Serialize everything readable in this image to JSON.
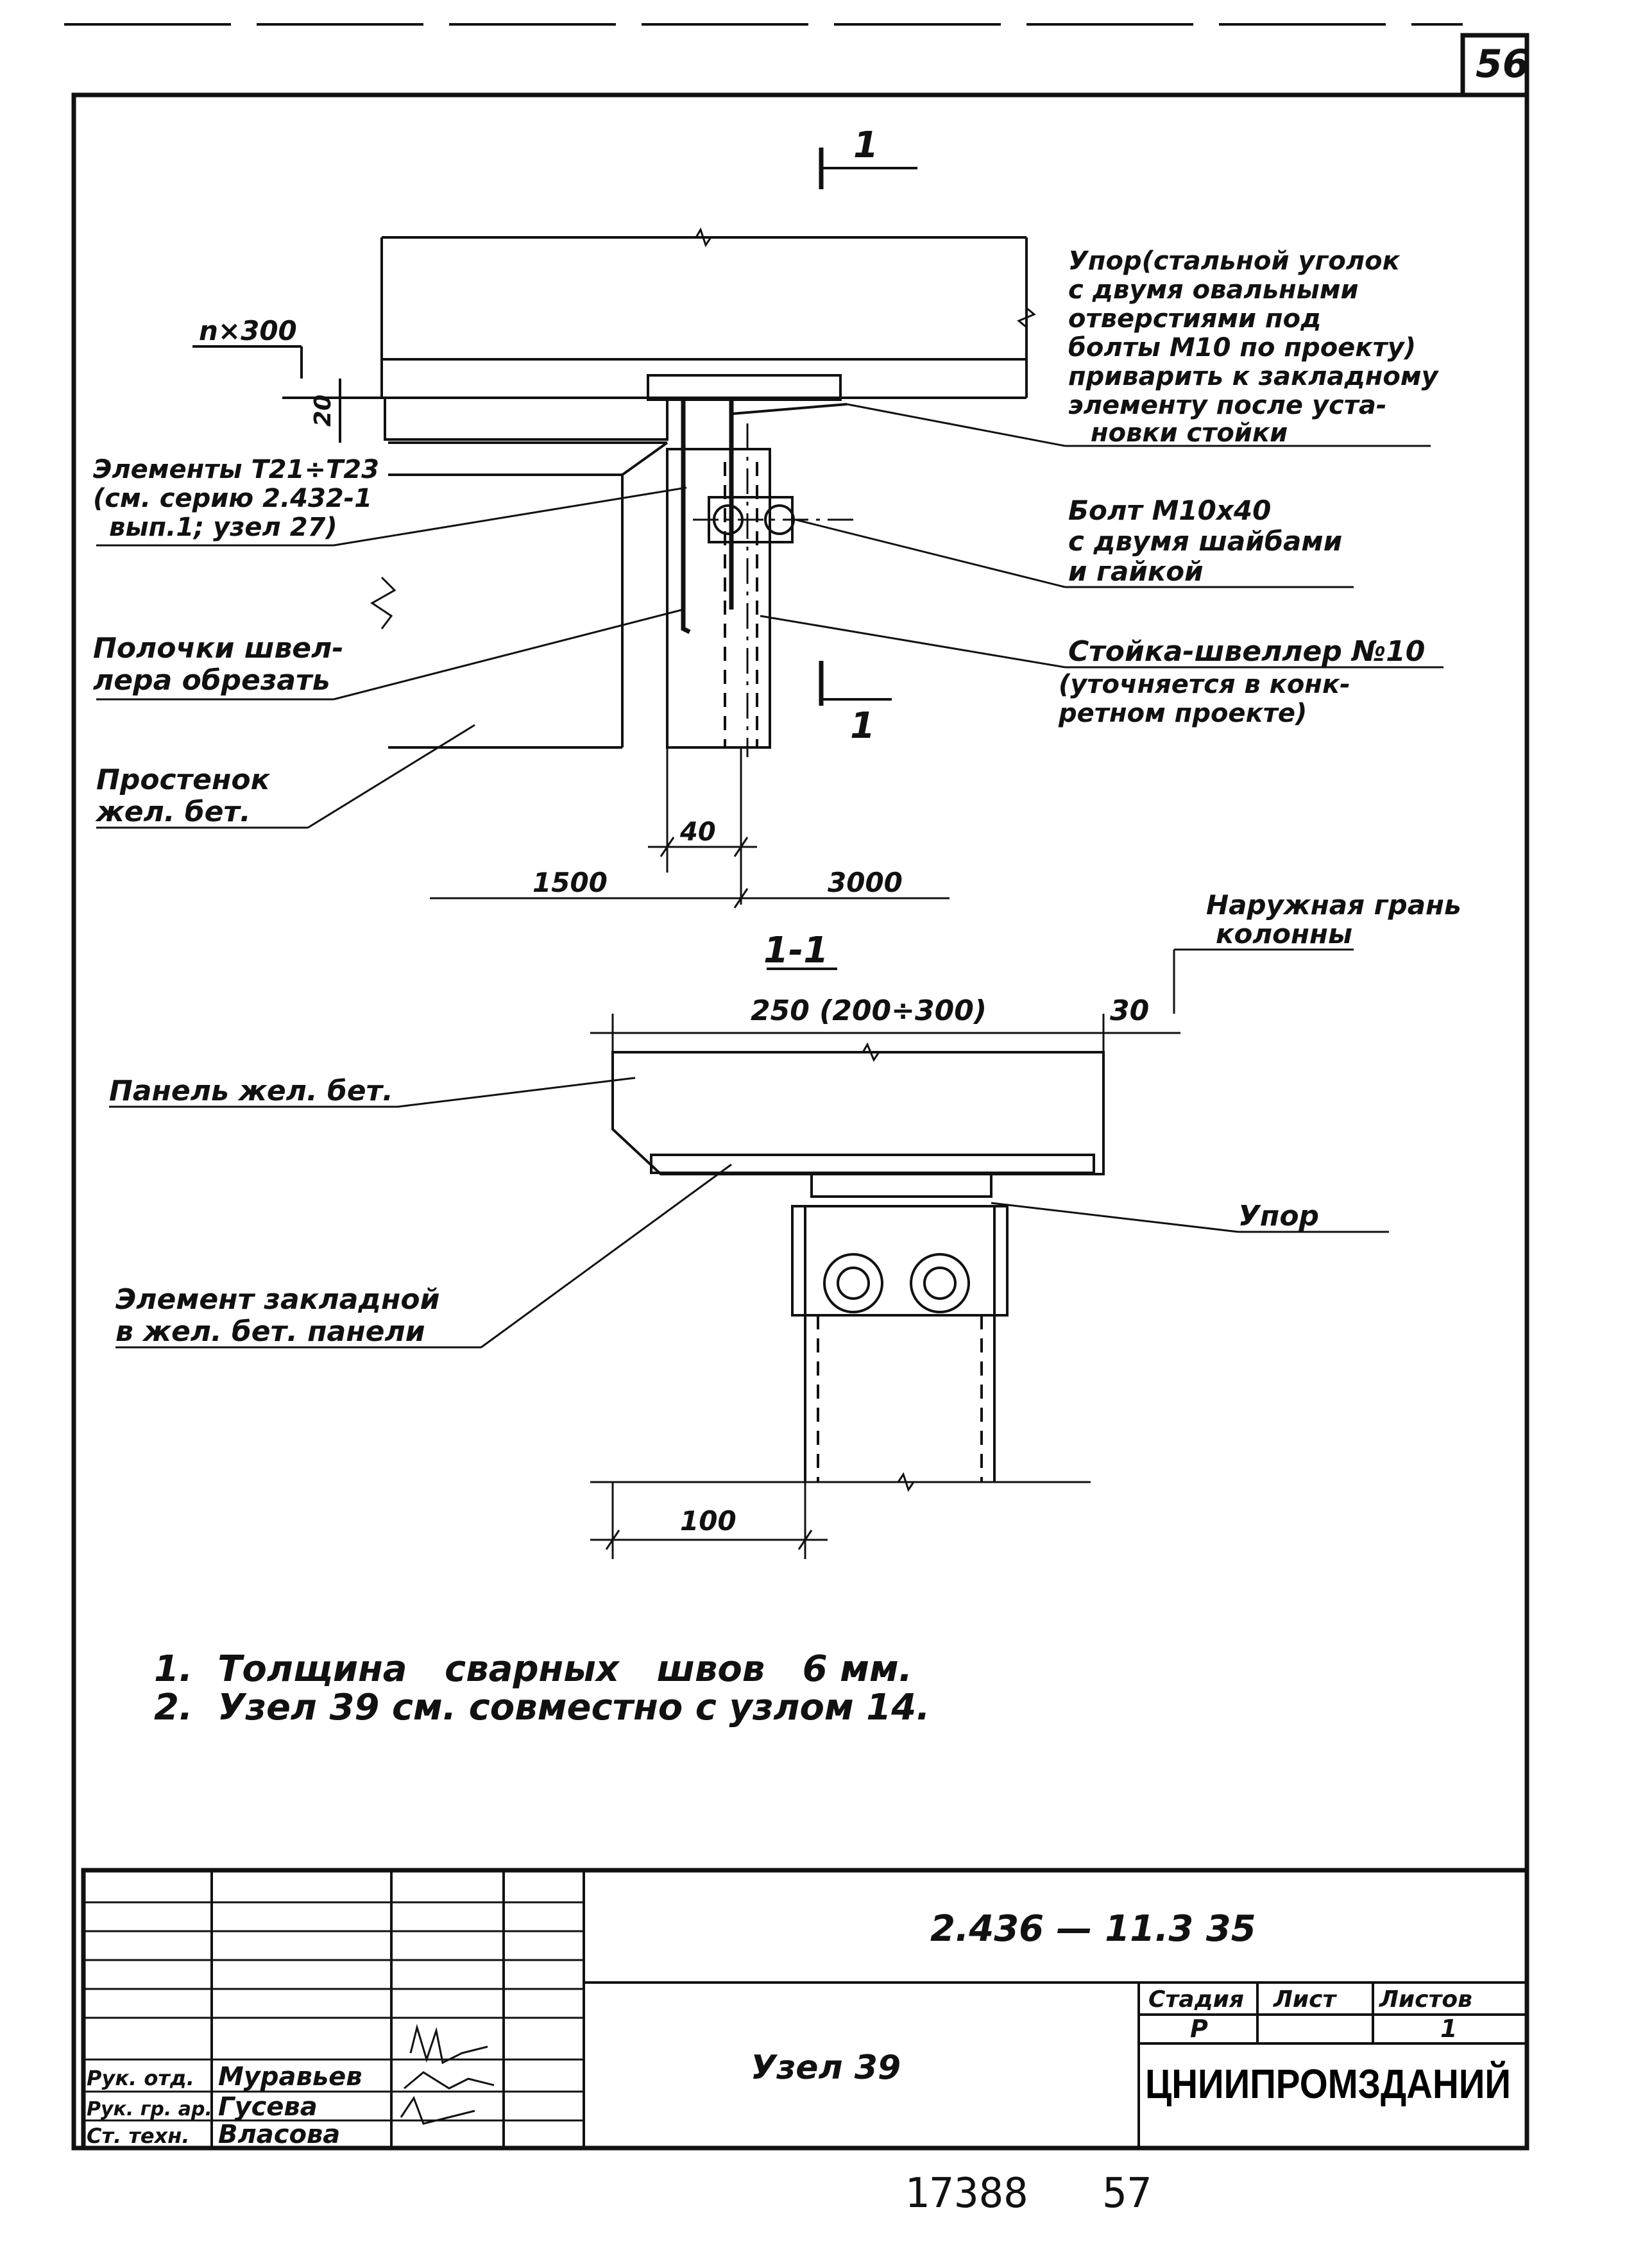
{
  "sheet_number": "56",
  "section_marks": {
    "top": "1",
    "bottom": "1",
    "section_title": "1-1"
  },
  "labels": {
    "n300": "n×300",
    "dim20": "20",
    "elements_l1": "Элементы Т21÷Т23",
    "elements_l2": "(см. серию 2.432-1",
    "elements_l3": "вып.1; узел 27)",
    "flange_l1": "Полочки швел-",
    "flange_l2": "лера обрезать",
    "pier_l1": "Простенок",
    "pier_l2": "жел. бет.",
    "stop_l1": "Упор(стальной уголок",
    "stop_l2": "с двумя овальными",
    "stop_l3": "отверстиями под",
    "stop_l4": "болты М10 по проекту)",
    "stop_l5": "приварить к закладному",
    "stop_l6": "элементу после уста-",
    "stop_l7": "новки стойки",
    "bolt_l1": "Болт М10х40",
    "bolt_l2": "с двумя шайбами",
    "bolt_l3": "и гайкой",
    "post_l1": "Стойка-швеллер №10",
    "post_l2": "(уточняется в конк-",
    "post_l3": "ретном проекте)",
    "dim40": "40",
    "dim1500": "1500",
    "dim3000": "3000",
    "outer_l1": "Наружная грань",
    "outer_l2": "колонны",
    "dim250": "250 (200÷300)",
    "dim30": "30",
    "panel": "Панель жел. бет.",
    "stop_short": "Упор",
    "embed_l1": "Элемент закладной",
    "embed_l2": "в жел. бет. панели",
    "dim100": "100"
  },
  "notes": [
    "1.  Толщина   сварных   швов   6 мм.",
    "2.  Узел 39 см. совместно с узлом 14."
  ],
  "title_block": {
    "doc_code": "2.436 — 11.3 35",
    "node_title": "Узел 39",
    "stage_header": "Стадия",
    "sheet_header": "Лист",
    "sheets_header": "Листов",
    "stage_value": "Р",
    "sheets_value": "1",
    "organization": "ЦНИИПРОМЗДАНИЙ",
    "staff": [
      {
        "role": "Рук. отд.",
        "name": "Муравьев"
      },
      {
        "role": "Рук. гр. ар.",
        "name": "Гусева"
      },
      {
        "role": "Ст. техн.",
        "name": "Власова"
      }
    ]
  },
  "bottom_stamp": "17388   57"
}
